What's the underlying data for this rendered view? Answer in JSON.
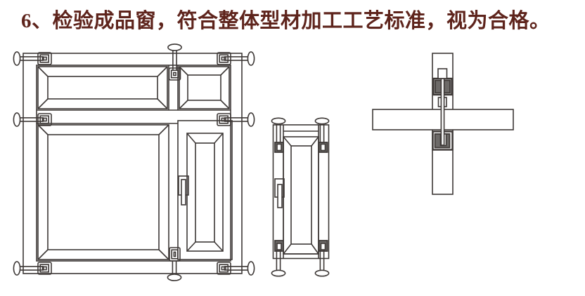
{
  "title": {
    "text": "6、检验成品窗，符合整体型材加工工艺标准，视为合格。"
  },
  "colors": {
    "background": "#ffffff",
    "line": "#3e3937",
    "connector_fill": "#6d6a68",
    "title_text": "#5e241c"
  },
  "figures": {
    "window_elevation": {
      "name": "assembled-window-front-view"
    },
    "sash_section": {
      "name": "sash-profile-assembly-view"
    },
    "mullion_joint": {
      "name": "mullion-rail-joint-view"
    }
  }
}
